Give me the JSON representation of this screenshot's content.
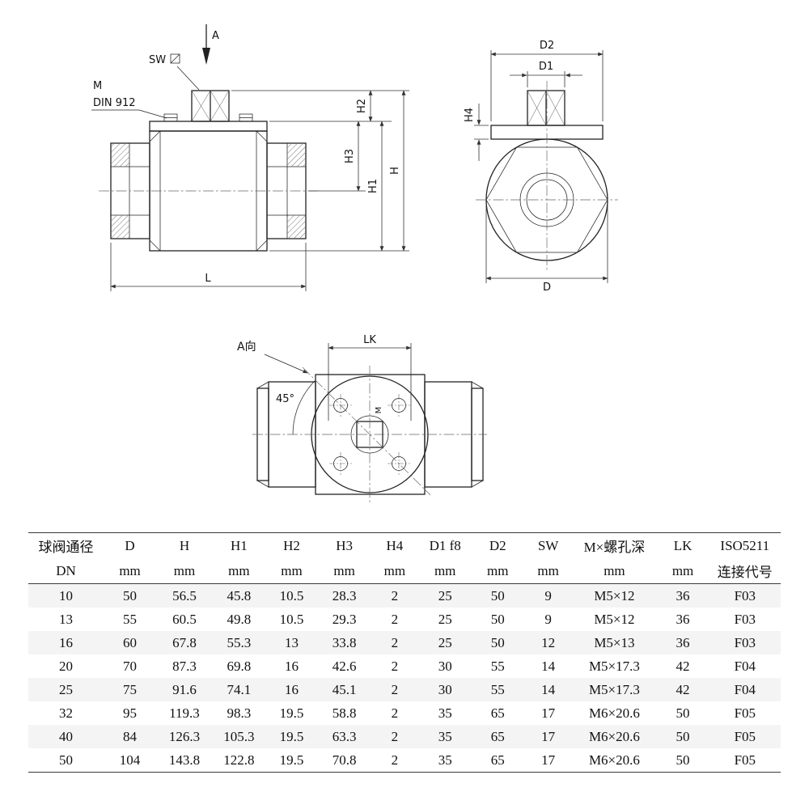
{
  "drawing": {
    "front_view": {
      "arrow_label": "A",
      "sw_label": "SW",
      "m_label": "M",
      "din_label": "DIN 912",
      "dim_h2": "H2",
      "dim_h3": "H3",
      "dim_h1": "H1",
      "dim_h": "H",
      "dim_l": "L"
    },
    "side_view": {
      "dim_d2": "D2",
      "dim_d1": "D1",
      "dim_h4": "H4",
      "dim_d": "D"
    },
    "top_view": {
      "view_label": "A向",
      "angle_label": "45°",
      "dim_lk": "LK",
      "m_label": "M"
    }
  },
  "table": {
    "headers_line1": [
      "球阀通径",
      "D",
      "H",
      "H1",
      "H2",
      "H3",
      "H4",
      "D1 f8",
      "D2",
      "SW",
      "M×螺孔深",
      "LK",
      "ISO5211"
    ],
    "headers_line2": [
      "DN",
      "mm",
      "mm",
      "mm",
      "mm",
      "mm",
      "mm",
      "mm",
      "mm",
      "mm",
      "mm",
      "mm",
      "连接代号"
    ],
    "rows": [
      [
        "10",
        "50",
        "56.5",
        "45.8",
        "10.5",
        "28.3",
        "2",
        "25",
        "50",
        "9",
        "M5×12",
        "36",
        "F03"
      ],
      [
        "13",
        "55",
        "60.5",
        "49.8",
        "10.5",
        "29.3",
        "2",
        "25",
        "50",
        "9",
        "M5×12",
        "36",
        "F03"
      ],
      [
        "16",
        "60",
        "67.8",
        "55.3",
        "13",
        "33.8",
        "2",
        "25",
        "50",
        "12",
        "M5×13",
        "36",
        "F03"
      ],
      [
        "20",
        "70",
        "87.3",
        "69.8",
        "16",
        "42.6",
        "2",
        "30",
        "55",
        "14",
        "M5×17.3",
        "42",
        "F04"
      ],
      [
        "25",
        "75",
        "91.6",
        "74.1",
        "16",
        "45.1",
        "2",
        "30",
        "55",
        "14",
        "M5×17.3",
        "42",
        "F04"
      ],
      [
        "32",
        "95",
        "119.3",
        "98.3",
        "19.5",
        "58.8",
        "2",
        "35",
        "65",
        "17",
        "M6×20.6",
        "50",
        "F05"
      ],
      [
        "40",
        "84",
        "126.3",
        "105.3",
        "19.5",
        "63.3",
        "2",
        "35",
        "65",
        "17",
        "M6×20.6",
        "50",
        "F05"
      ],
      [
        "50",
        "104",
        "143.8",
        "122.8",
        "19.5",
        "70.8",
        "2",
        "35",
        "65",
        "17",
        "M6×20.6",
        "50",
        "F05"
      ]
    ]
  }
}
